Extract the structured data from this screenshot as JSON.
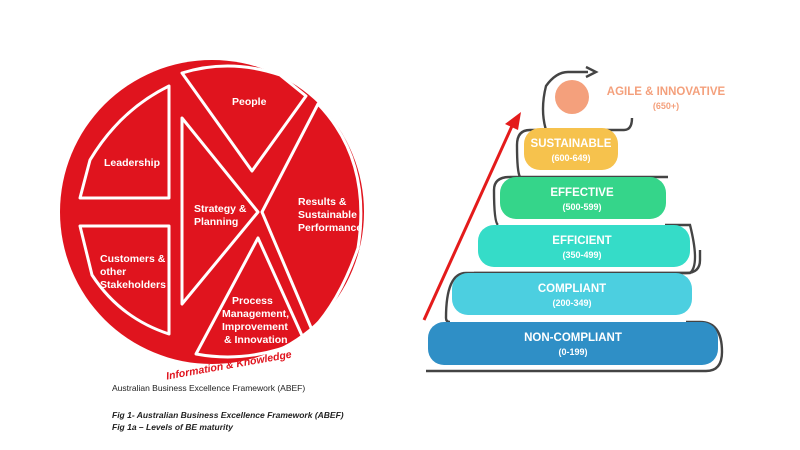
{
  "abef": {
    "leadership": "Leadership",
    "people": "People",
    "strategy": [
      "Strategy &",
      "Planning"
    ],
    "results": [
      "Results &",
      "Sustainable",
      "Performance"
    ],
    "customers": [
      "Customers &",
      "other",
      "Stakeholders"
    ],
    "process": [
      "Process",
      "Management,",
      "Improvement",
      "& Innovation"
    ],
    "info_knowledge": "Information & Knowledge"
  },
  "captions": {
    "abef": "Australian Business Excellence Framework (ABEF)",
    "fig1": "Fig 1- Australian Business Excellence Framework (ABEF)",
    "fig1a": "Fig 1a – Levels of BE maturity"
  },
  "maturity": {
    "levels": [
      {
        "label": "AGILE & INNOVATIVE",
        "range": "(650+)",
        "color": "#f4a07c"
      },
      {
        "label": "SUSTAINABLE",
        "range": "(600-649)",
        "color": "#f6c24d"
      },
      {
        "label": "EFFECTIVE",
        "range": "(500-599)",
        "color": "#35d58a"
      },
      {
        "label": "EFFICIENT",
        "range": "(350-499)",
        "color": "#35dcc8"
      },
      {
        "label": "COMPLIANT",
        "range": "(200-349)",
        "color": "#4ccfe0"
      },
      {
        "label": "NON-COMPLIANT",
        "range": "(0-199)",
        "color": "#2f8fc6"
      }
    ]
  },
  "colors": {
    "abef_red": "#e0141e",
    "arrow_red": "#e41b1b",
    "track": "#444444"
  }
}
